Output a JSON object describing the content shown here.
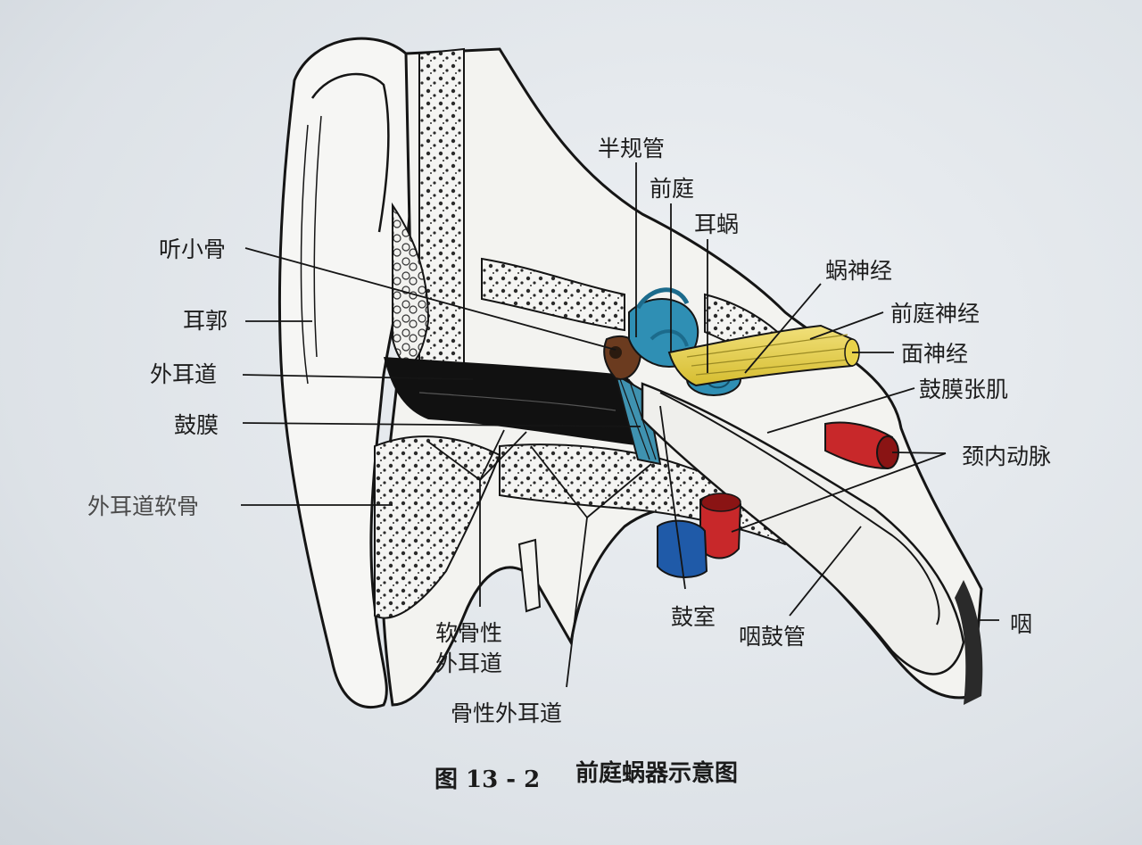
{
  "colors": {
    "bone_ink": "#151515",
    "labyrinth_blue": "#2f8fb4",
    "nerve_yellow": "#e8d24a",
    "artery_red": "#c8282a",
    "vein_blue": "#1f5aa8",
    "ossicle_brown": "#6b3b1f"
  },
  "labels": {
    "semicircular_canals": "半规管",
    "vestibule": "前庭",
    "cochlea": "耳蜗",
    "ossicles": "听小骨",
    "cochlear_nerve": "蜗神经",
    "vestibular_nerve": "前庭神经",
    "auricle": "耳郭",
    "facial_nerve": "面神经",
    "external_canal": "外耳道",
    "tensor_tympani": "鼓膜张肌",
    "eardrum": "鼓膜",
    "internal_carotid": "颈内动脉",
    "canal_cartilage": "外耳道软骨",
    "cartilaginous_canal_1": "软骨性",
    "cartilaginous_canal_2": "外耳道",
    "tympanic_cavity": "鼓室",
    "eustachian_tube": "咽鼓管",
    "pharynx": "咽",
    "bony_canal": "骨性外耳道"
  },
  "caption": {
    "figure_number": "图 13 - 2",
    "title": "前庭蜗器示意图"
  }
}
